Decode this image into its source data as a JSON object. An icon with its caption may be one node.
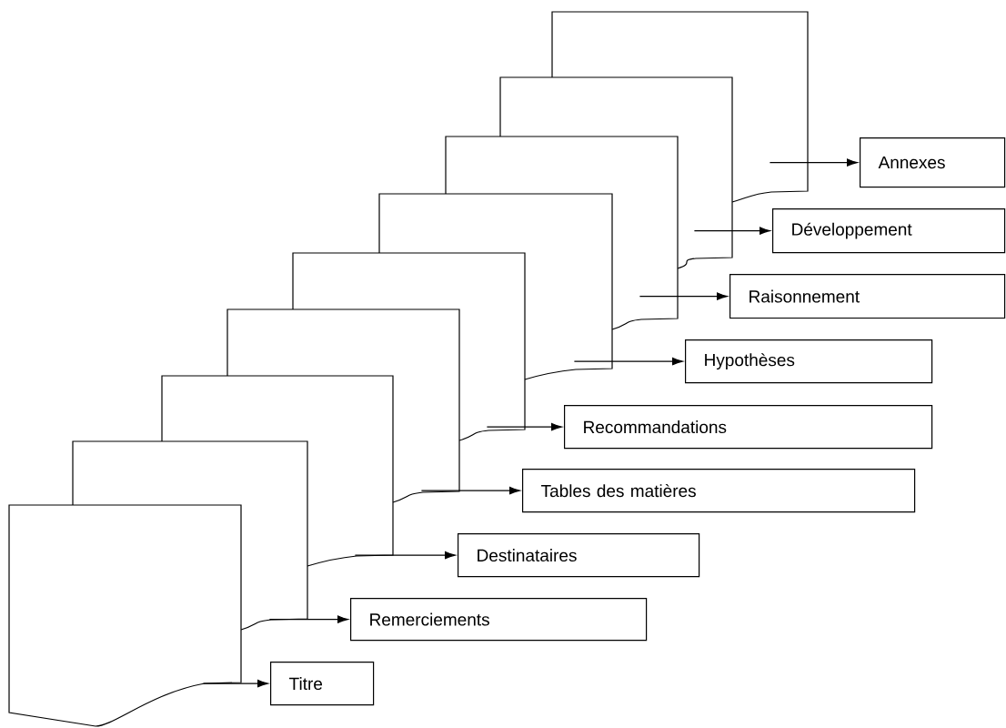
{
  "diagram": {
    "nodes": [
      {
        "text": [],
        "shape": "document"
      },
      {
        "text": [],
        "shape": "document"
      },
      {
        "text": [],
        "shape": "document"
      },
      {
        "text": [],
        "shape": "document"
      },
      {
        "text": [],
        "shape": "document"
      },
      {
        "text": [],
        "shape": "document"
      },
      {
        "text": [],
        "shape": "document"
      },
      {
        "text": [],
        "shape": "document"
      },
      {
        "text": [],
        "shape": "document"
      },
      {
        "text": [
          "Titre"
        ]
      },
      {
        "text": [
          "Remerciements"
        ]
      },
      {
        "text": [
          "Destinataires"
        ]
      },
      {
        "text": [
          "Tables des matières"
        ]
      },
      {
        "text": [
          "Recommandations"
        ]
      },
      {
        "text": [
          "Hypothèses"
        ]
      },
      {
        "text": [
          "Raisonnement"
        ]
      },
      {
        "text": [
          "Développement"
        ]
      },
      {
        "text": [
          "Annexes"
        ]
      }
    ],
    "edges": [
      {
        "from": 0,
        "to": 9,
        "arrow": "to"
      },
      {
        "from": 1,
        "to": 10,
        "arrow": "to"
      },
      {
        "from": 2,
        "to": 11,
        "arrow": "to"
      },
      {
        "from": 3,
        "to": 12,
        "arrow": "to"
      },
      {
        "from": 4,
        "to": 13,
        "arrow": "to"
      },
      {
        "from": 5,
        "to": 14,
        "arrow": "to"
      },
      {
        "from": 6,
        "to": 15,
        "arrow": "to"
      },
      {
        "from": 7,
        "to": 16,
        "arrow": "to"
      },
      {
        "from": 8,
        "to": 17,
        "arrow": "to"
      }
    ]
  }
}
